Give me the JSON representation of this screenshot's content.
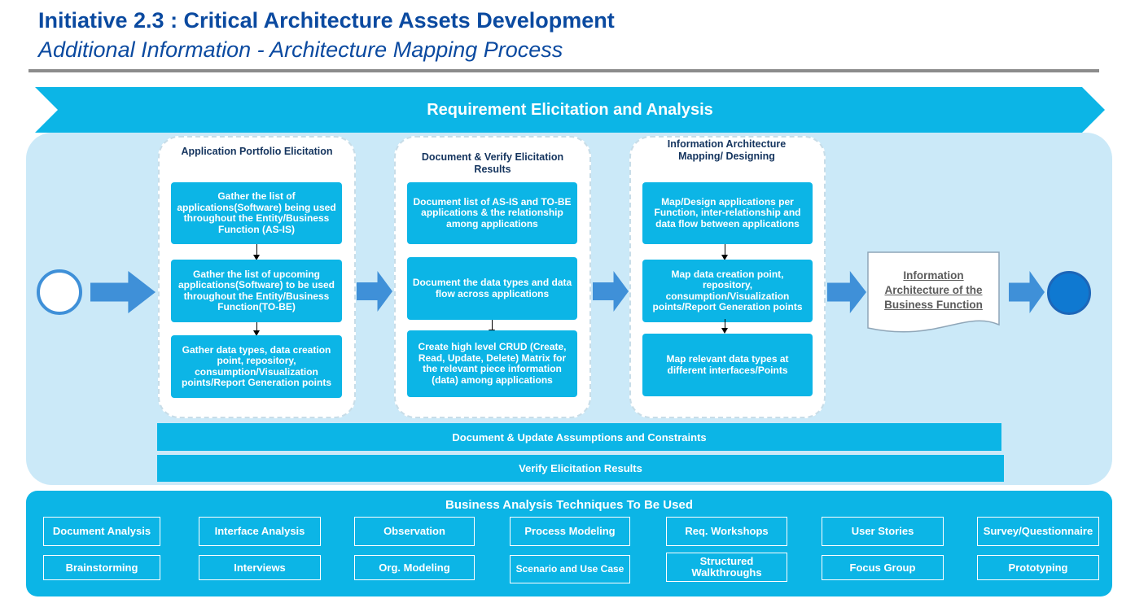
{
  "header": {
    "title": "Initiative 2.3 : Critical Architecture Assets Development",
    "subtitle": "Additional Information -  Architecture Mapping Process"
  },
  "banner": "Requirement Elicitation and Analysis",
  "phases": [
    {
      "title": "Application Portfolio Elicitation",
      "steps": [
        "Gather the list of applications(Software) being used throughout the Entity/Business Function (AS-IS)",
        "Gather the list of upcoming applications(Software) to be used throughout the Entity/Business Function(TO-BE)",
        "Gather data types, data creation point, repository, consumption/Visualization points/Report Generation points"
      ]
    },
    {
      "title": "Document & Verify Elicitation Results",
      "steps": [
        "Document list of AS-IS and TO-BE applications & the relationship among applications",
        "Document the data types and data flow across applications",
        "Create high level  CRUD (Create, Read, Update, Delete) Matrix for the relevant piece information (data) among applications"
      ]
    },
    {
      "title": "Information Architecture Mapping/ Designing",
      "steps": [
        "Map/Design applications per Function, inter-relationship and data flow between applications",
        "Map data creation point, repository, consumption/Visualization points/Report Generation points",
        "Map relevant data types at different interfaces/Points"
      ]
    }
  ],
  "output": "Information Architecture  of the Business Function",
  "bars": {
    "assumptions": "Document & Update  Assumptions and Constraints",
    "verify": "Verify Elicitation Results"
  },
  "techniques": {
    "title": "Business Analysis Techniques To Be Used",
    "row1": [
      "Document Analysis",
      "Interface Analysis",
      "Observation",
      "Process Modeling",
      "Req. Workshops",
      "User Stories",
      "Survey/Questionnaire"
    ],
    "row2": [
      "Brainstorming",
      "Interviews",
      "Org. Modeling",
      "Scenario and Use Case",
      "Structured Walkthroughs",
      "Focus Group",
      "Prototyping"
    ]
  },
  "colors": {
    "accent": "#0cb5e6",
    "title": "#0b4aa0",
    "panel": "#cbe9f8",
    "arrow": "#3f90d8"
  }
}
